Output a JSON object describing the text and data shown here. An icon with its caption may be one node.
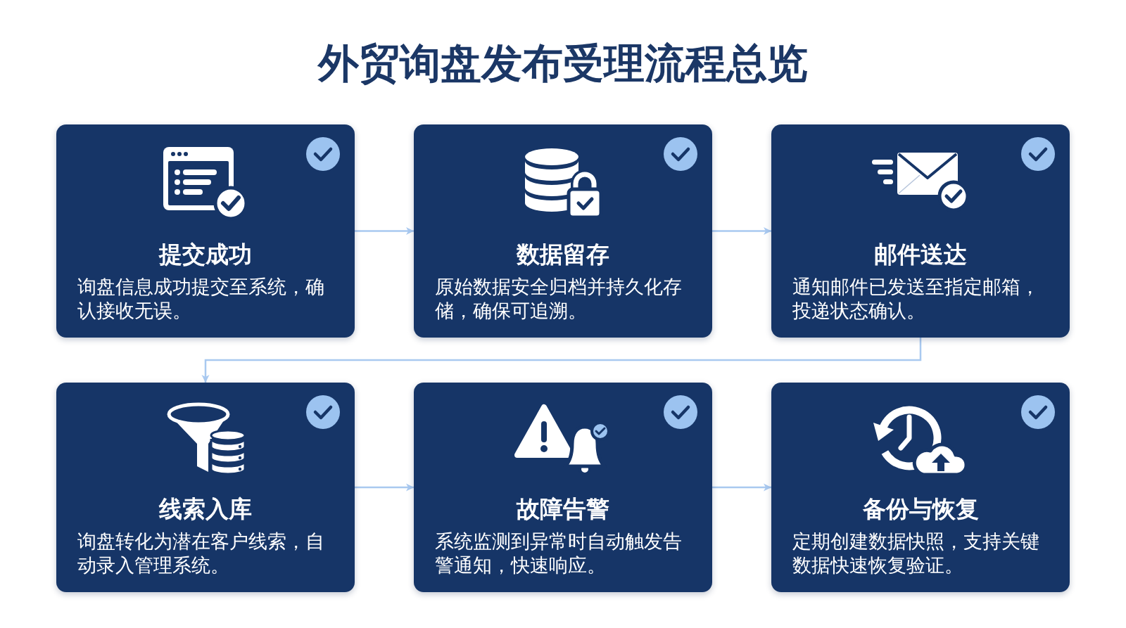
{
  "diagram": {
    "title": "外贸询盘发布受理流程总览",
    "nodes": [
      {
        "text": [
          "提交成功",
          "询盘信息成功提交至系统，确认接收无误。"
        ]
      },
      {
        "text": [
          "数据留存",
          "原始数据安全归档并持久化存储，确保可追溯。"
        ]
      },
      {
        "text": [
          "邮件送达",
          "通知邮件已发送至指定邮箱，投递状态确认。"
        ]
      },
      {
        "text": [
          "线索入库",
          "询盘转化为潜在客户线索，自动录入管理系统。"
        ]
      },
      {
        "text": [
          "故障告警",
          "系统监测到异常时自动触发告警通知，快速响应。"
        ]
      },
      {
        "text": [
          "备份与恢复",
          "定期创建数据快照，支持关键数据快速恢复验证。"
        ]
      }
    ],
    "edges": [
      {
        "from": 0,
        "to": 1,
        "arrow": "to"
      },
      {
        "from": 1,
        "to": 2,
        "arrow": "to"
      },
      {
        "from": 2,
        "to": 3,
        "arrow": "to"
      },
      {
        "from": 3,
        "to": 4,
        "arrow": "to"
      },
      {
        "from": 4,
        "to": 5,
        "arrow": "to"
      }
    ]
  }
}
